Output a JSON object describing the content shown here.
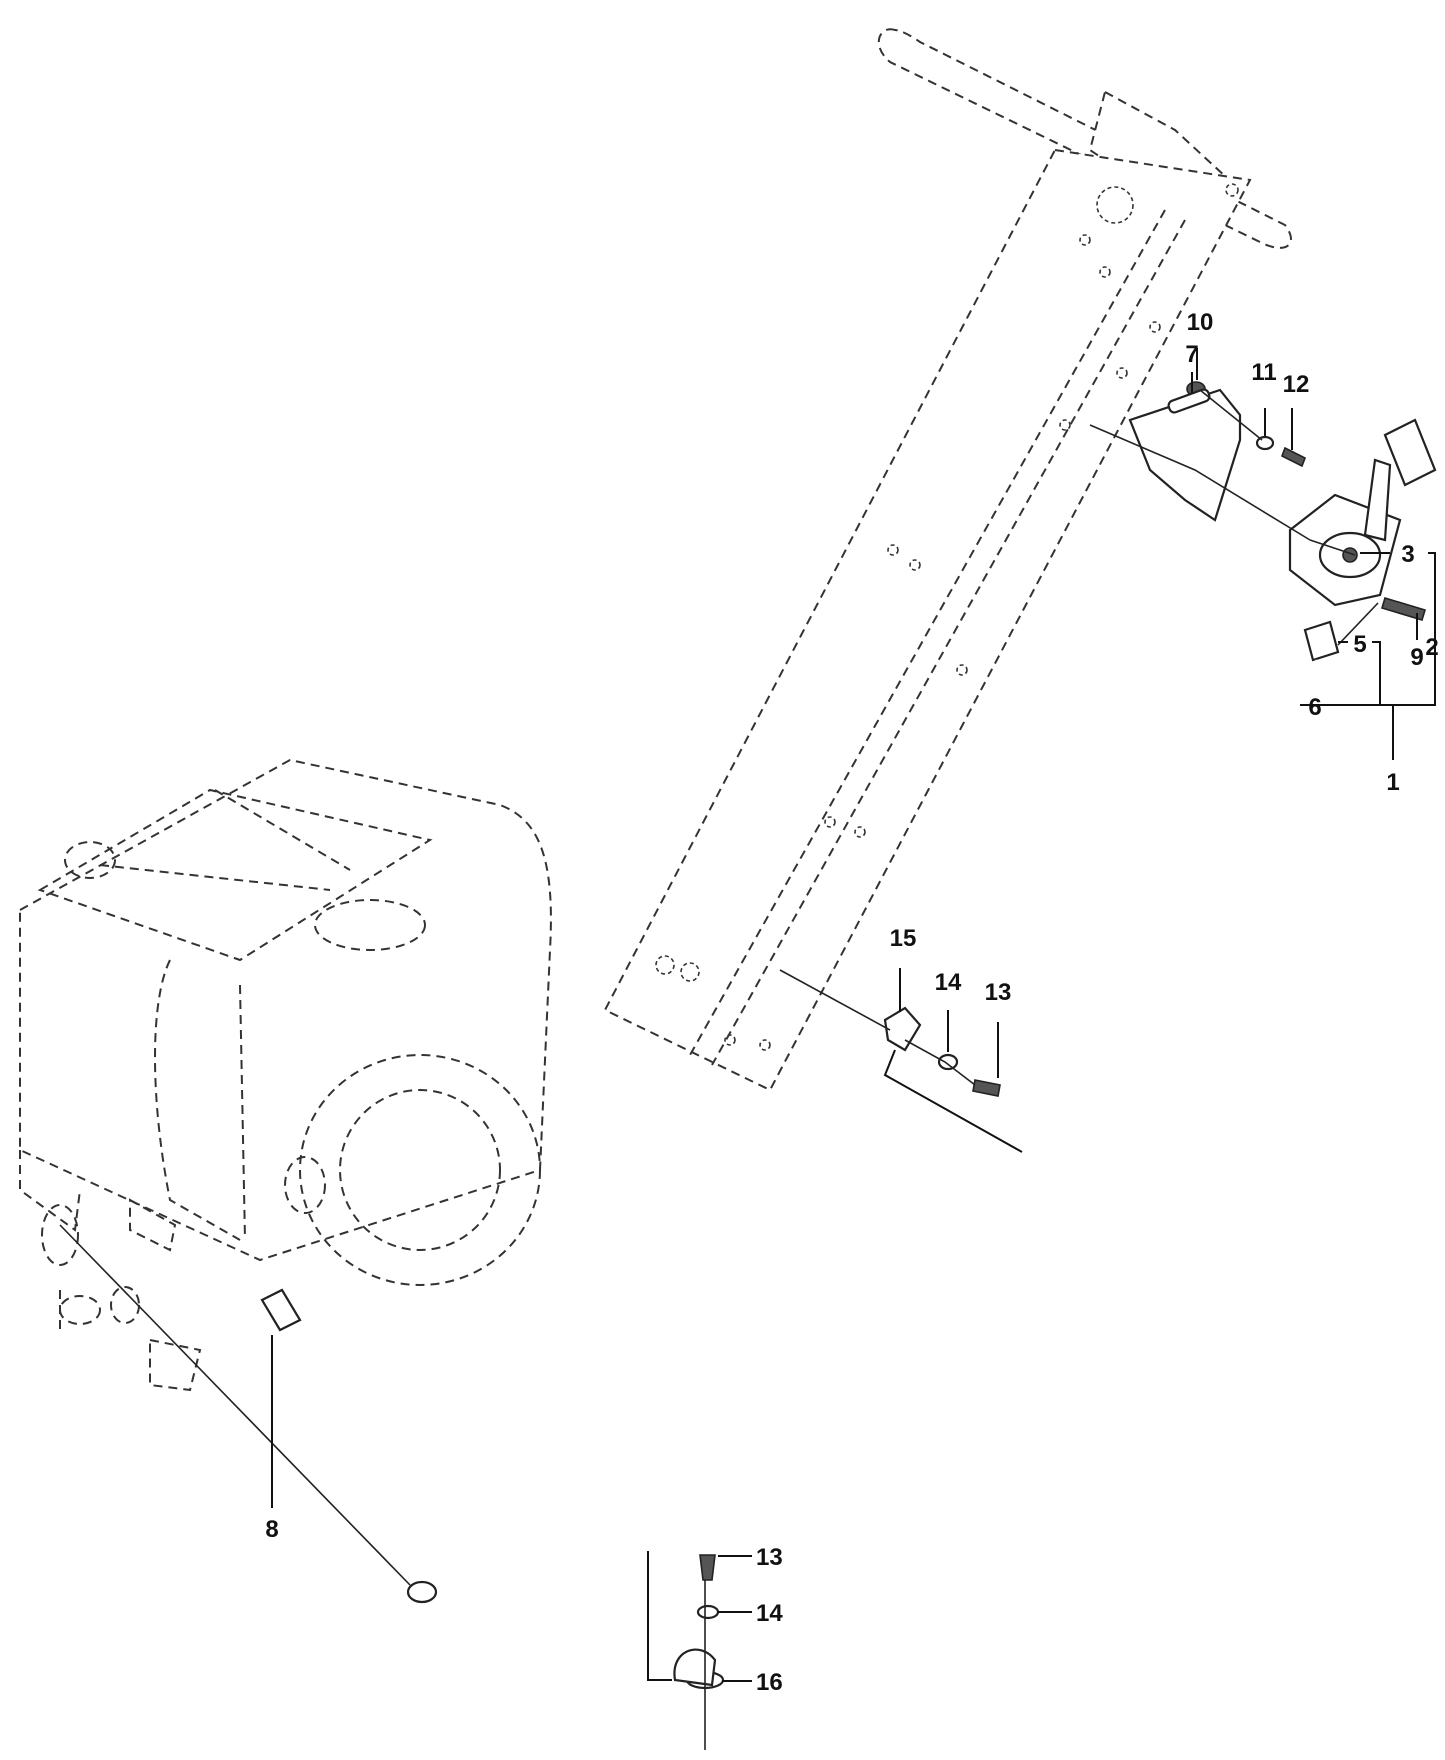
{
  "callouts": {
    "c1": "1",
    "c2": "2",
    "c3": "3",
    "c5": "5",
    "c6": "6",
    "c7": "7",
    "c8": "8",
    "c9": "9",
    "c10": "10",
    "c11": "11",
    "c12": "12",
    "c13_upper": "13",
    "c14_upper": "14",
    "c15": "15",
    "c13_lower": "13",
    "c14_lower": "14",
    "c16": "16"
  }
}
